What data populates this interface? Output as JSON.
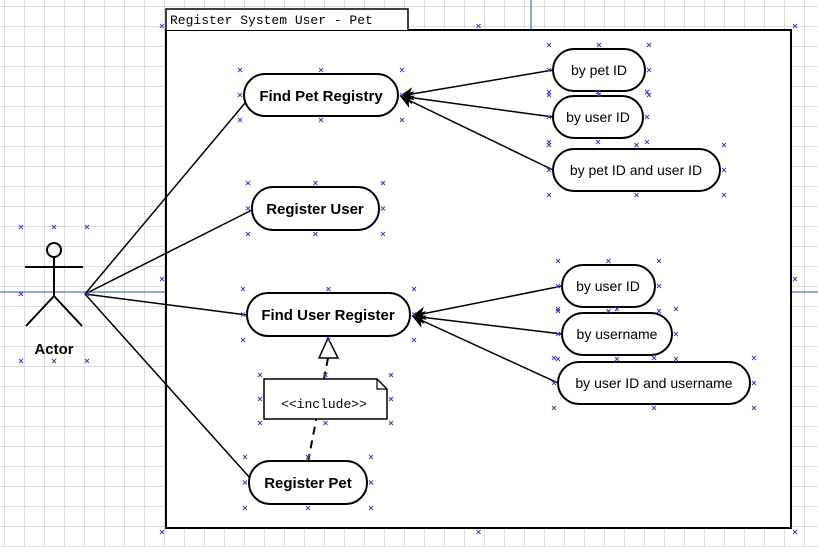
{
  "system": {
    "title": "Register System User - Pet"
  },
  "actor": {
    "label": "Actor"
  },
  "use_cases": {
    "find_pet_registry": "Find Pet Registry",
    "register_user": "Register User",
    "find_user_register": "Find User Register",
    "register_pet": "Register Pet"
  },
  "pet_registry_variants": [
    "by pet ID",
    "by user ID",
    "by pet ID and user ID"
  ],
  "user_register_variants": [
    "by user ID",
    "by username",
    "by user ID and username"
  ],
  "include_note": "<<include>>",
  "colors": {
    "line": "#000000",
    "selection_marker": "#3b3bd4",
    "guide": "#1f3fbf",
    "grid": "#d6dde6"
  }
}
